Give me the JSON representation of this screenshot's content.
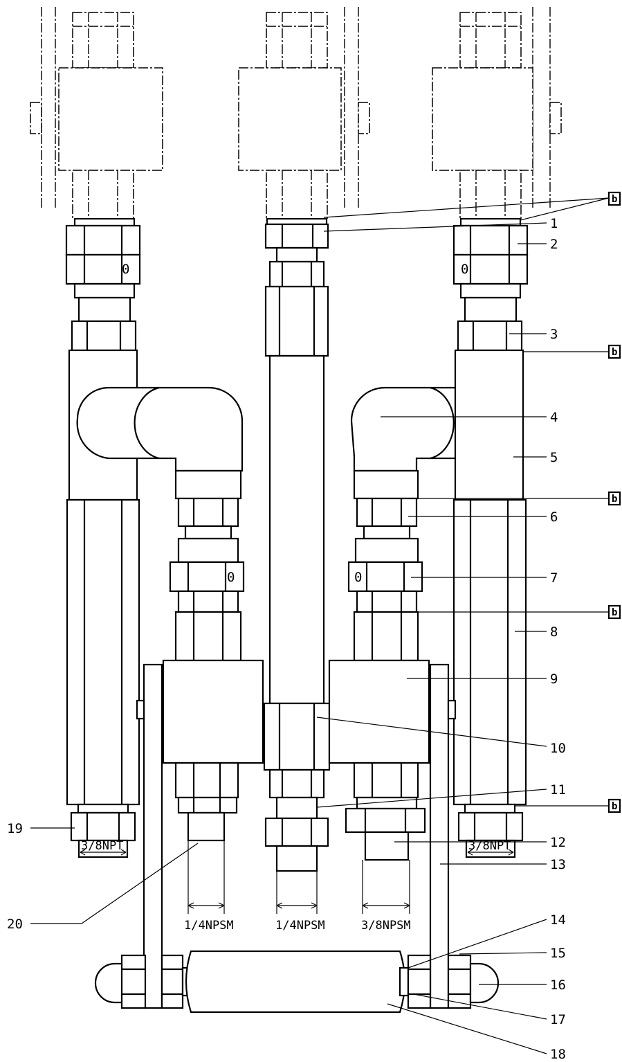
{
  "callouts": [
    "1",
    "2",
    "3",
    "4",
    "5",
    "6",
    "7",
    "8",
    "9",
    "10",
    "11",
    "12",
    "13",
    "14",
    "15",
    "16",
    "17",
    "18",
    "19",
    "20"
  ],
  "tag_letter": "b",
  "thread_labels": {
    "left_port": "3/8NPT",
    "right_port": "3/8NPT",
    "out_left": "1/4NPSM",
    "out_center": "1/4NPSM",
    "out_right": "3/8NPSM"
  },
  "fitting_marks": [
    "0",
    "0",
    "0",
    "0"
  ]
}
